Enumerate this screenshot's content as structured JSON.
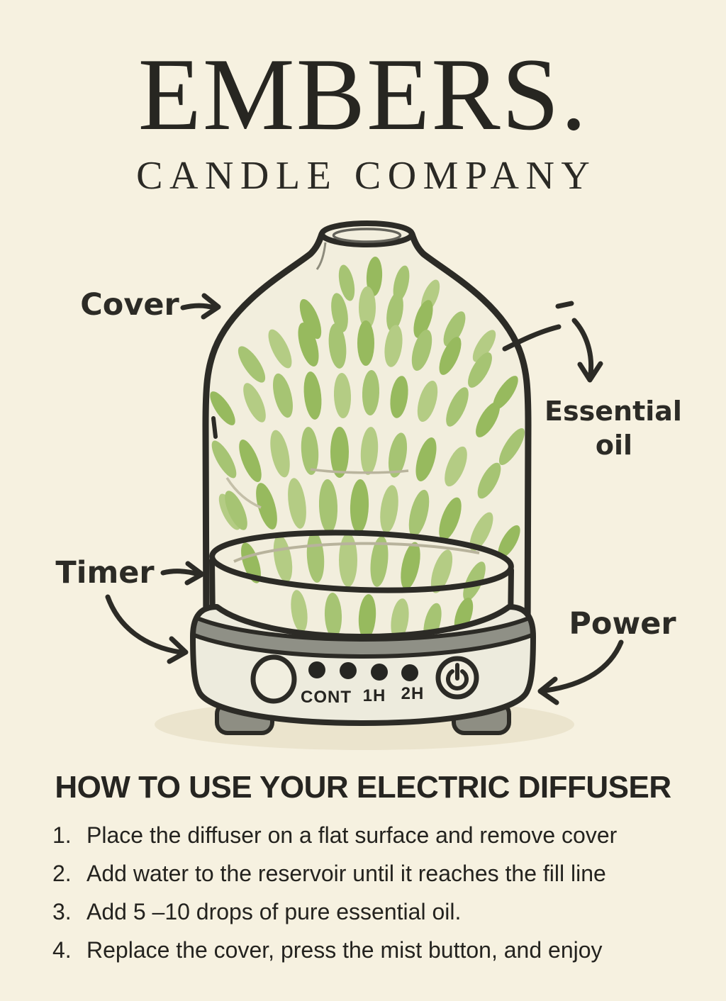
{
  "colors": {
    "background": "#f6f1e0",
    "ink": "#2c2b26",
    "leaf_green": "#a6c473",
    "base_gray": "#8f9086",
    "dome_fill": "#f2eedd"
  },
  "brand": {
    "title": "EMBERS.",
    "subtitle": "CANDLE COMPANY"
  },
  "diagram": {
    "labels": {
      "cover": "Cover",
      "essential_line1": "Essential",
      "essential_line2": "oil",
      "timer": "Timer",
      "power": "Power"
    },
    "panel": {
      "modes": [
        "CONT",
        "1H",
        "2H"
      ]
    }
  },
  "instructions": {
    "heading": "HOW TO USE YOUR ELECTRIC DIFFUSER",
    "steps": [
      {
        "num": "1.",
        "text": "Place the diffuser on a flat surface and remove cover"
      },
      {
        "num": "2.",
        "text": "Add water to the reservoir until it reaches the fill line"
      },
      {
        "num": "3.",
        "text": "Add 5 –10 drops of pure essential oil."
      },
      {
        "num": "4.",
        "text": "Replace the cover, press the mist button, and enjoy"
      }
    ]
  }
}
